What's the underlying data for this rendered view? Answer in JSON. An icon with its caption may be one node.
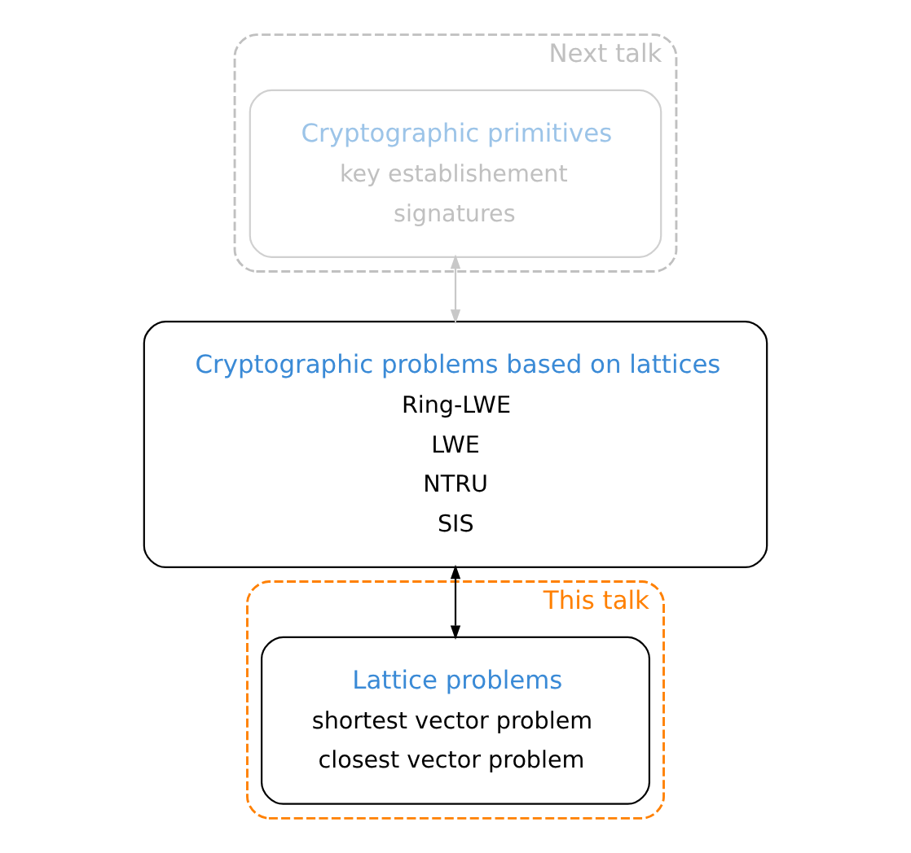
{
  "diagram": {
    "nodes": [
      {
        "text": [
          "Next talk"
        ]
      },
      {
        "text": [
          "This talk"
        ]
      },
      {
        "text": [
          "Cryptographic primitives",
          "key establishement",
          "signatures"
        ],
        "in": 0
      },
      {
        "text": [
          "Cryptographic problems based on lattices",
          "Ring-LWE",
          "LWE",
          "NTRU",
          "SIS"
        ]
      },
      {
        "text": [
          "Lattice problems",
          "shortest vector problem",
          "closest vector problem"
        ],
        "in": 1
      }
    ],
    "edges": [
      {
        "from": 2,
        "to": 3,
        "arrow": "both",
        "color": "#c8c8c8"
      },
      {
        "from": 3,
        "to": 4,
        "arrow": "both",
        "color": "#000000"
      }
    ]
  }
}
